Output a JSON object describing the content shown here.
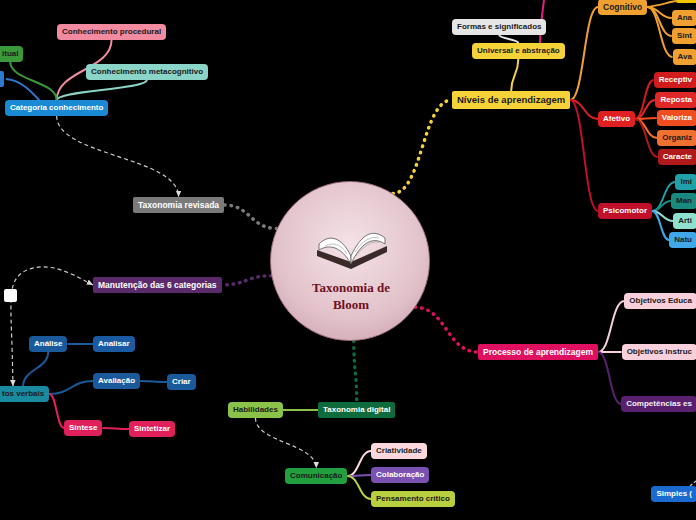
{
  "diagram": {
    "nodes": [
      {
        "text": [
          "Taxonomia de Bloom"
        ]
      },
      {
        "text": [
          "Níveis de aprendizagem"
        ]
      },
      {
        "text": [
          "Universal e abstração"
        ]
      },
      {
        "text": [
          "Formas e significados"
        ]
      },
      {
        "text": [
          "Cognitivo"
        ]
      },
      {
        "text": [
          "Ana"
        ]
      },
      {
        "text": [
          "Sínt"
        ]
      },
      {
        "text": [
          "Ava"
        ]
      },
      {
        "text": [
          "Afetivo"
        ]
      },
      {
        "text": [
          "Receptiv"
        ]
      },
      {
        "text": [
          "Reposta"
        ]
      },
      {
        "text": [
          "Valoriza"
        ]
      },
      {
        "text": [
          "Organiz"
        ]
      },
      {
        "text": [
          "Caracte"
        ]
      },
      {
        "text": [
          "Psicomotor"
        ]
      },
      {
        "text": [
          "Imi"
        ]
      },
      {
        "text": [
          "Man"
        ]
      },
      {
        "text": [
          "Arti"
        ]
      },
      {
        "text": [
          "Natu"
        ]
      },
      {
        "text": [
          "Processo de aprendizagem"
        ]
      },
      {
        "text": [
          "Objetivos Educa"
        ]
      },
      {
        "text": [
          "Objetivos instruc"
        ]
      },
      {
        "text": [
          "Competências es"
        ]
      },
      {
        "text": [
          "Simples ("
        ]
      },
      {
        "text": [
          "Taxonomia digital"
        ]
      },
      {
        "text": [
          "Habilidades"
        ]
      },
      {
        "text": [
          "Comunicação"
        ]
      },
      {
        "text": [
          "Criatividade"
        ]
      },
      {
        "text": [
          "Colaboração"
        ]
      },
      {
        "text": [
          "Pensamento crítico"
        ]
      },
      {
        "text": [
          "Taxonomia revisada"
        ]
      },
      {
        "text": [
          "Categoria conhecimento"
        ]
      },
      {
        "text": [
          "Conhecimento procedural"
        ]
      },
      {
        "text": [
          "Conhecimento metacognitivo"
        ]
      },
      {
        "text": [
          "itual"
        ]
      },
      {
        "text": [
          "Manutenção das 6 categorias"
        ]
      },
      {
        "text": [
          "tos verbais"
        ]
      },
      {
        "text": [
          "Análise"
        ]
      },
      {
        "text": [
          "Analisar"
        ]
      },
      {
        "text": [
          "Avaliação"
        ]
      },
      {
        "text": [
          "Criar"
        ]
      },
      {
        "text": [
          "Síntese"
        ]
      },
      {
        "text": [
          "Sintetizar"
        ]
      }
    ],
    "edges": [
      {
        "from": 0,
        "to": 1,
        "arrow": "none"
      },
      {
        "from": 1,
        "to": 2,
        "arrow": "none"
      },
      {
        "from": 2,
        "to": 3,
        "arrow": "none"
      },
      {
        "from": 1,
        "to": 4,
        "arrow": "none"
      },
      {
        "from": 4,
        "to": 5,
        "arrow": "none"
      },
      {
        "from": 4,
        "to": 6,
        "arrow": "none"
      },
      {
        "from": 4,
        "to": 7,
        "arrow": "none"
      },
      {
        "from": 1,
        "to": 8,
        "arrow": "none"
      },
      {
        "from": 8,
        "to": 9,
        "arrow": "none"
      },
      {
        "from": 8,
        "to": 10,
        "arrow": "none"
      },
      {
        "from": 8,
        "to": 11,
        "arrow": "none"
      },
      {
        "from": 8,
        "to": 12,
        "arrow": "none"
      },
      {
        "from": 8,
        "to": 13,
        "arrow": "none"
      },
      {
        "from": 1,
        "to": 14,
        "arrow": "none"
      },
      {
        "from": 14,
        "to": 15,
        "arrow": "none"
      },
      {
        "from": 14,
        "to": 16,
        "arrow": "none"
      },
      {
        "from": 14,
        "to": 17,
        "arrow": "none"
      },
      {
        "from": 14,
        "to": 18,
        "arrow": "none"
      },
      {
        "from": 0,
        "to": 19,
        "arrow": "none"
      },
      {
        "from": 19,
        "to": 20,
        "arrow": "none"
      },
      {
        "from": 19,
        "to": 21,
        "arrow": "none"
      },
      {
        "from": 19,
        "to": 22,
        "arrow": "none"
      },
      {
        "from": 0,
        "to": 24,
        "arrow": "none"
      },
      {
        "from": 24,
        "to": 25,
        "arrow": "none"
      },
      {
        "from": 25,
        "to": 26,
        "arrow": "to"
      },
      {
        "from": 26,
        "to": 27,
        "arrow": "none"
      },
      {
        "from": 26,
        "to": 28,
        "arrow": "none"
      },
      {
        "from": 26,
        "to": 29,
        "arrow": "none"
      },
      {
        "from": 0,
        "to": 30,
        "arrow": "none"
      },
      {
        "from": 31,
        "to": 30,
        "arrow": "to"
      },
      {
        "from": 31,
        "to": 32,
        "arrow": "none"
      },
      {
        "from": 31,
        "to": 33,
        "arrow": "none"
      },
      {
        "from": 31,
        "to": 34,
        "arrow": "none"
      },
      {
        "from": 0,
        "to": 35,
        "arrow": "none"
      },
      {
        "from": 35,
        "to": 36,
        "arrow": "both"
      },
      {
        "from": 36,
        "to": 37,
        "arrow": "none"
      },
      {
        "from": 36,
        "to": 39,
        "arrow": "none"
      },
      {
        "from": 36,
        "to": 41,
        "arrow": "none"
      },
      {
        "from": 37,
        "to": 38,
        "arrow": "none"
      },
      {
        "from": 39,
        "to": 40,
        "arrow": "none"
      },
      {
        "from": 41,
        "to": 42,
        "arrow": "none"
      }
    ]
  }
}
